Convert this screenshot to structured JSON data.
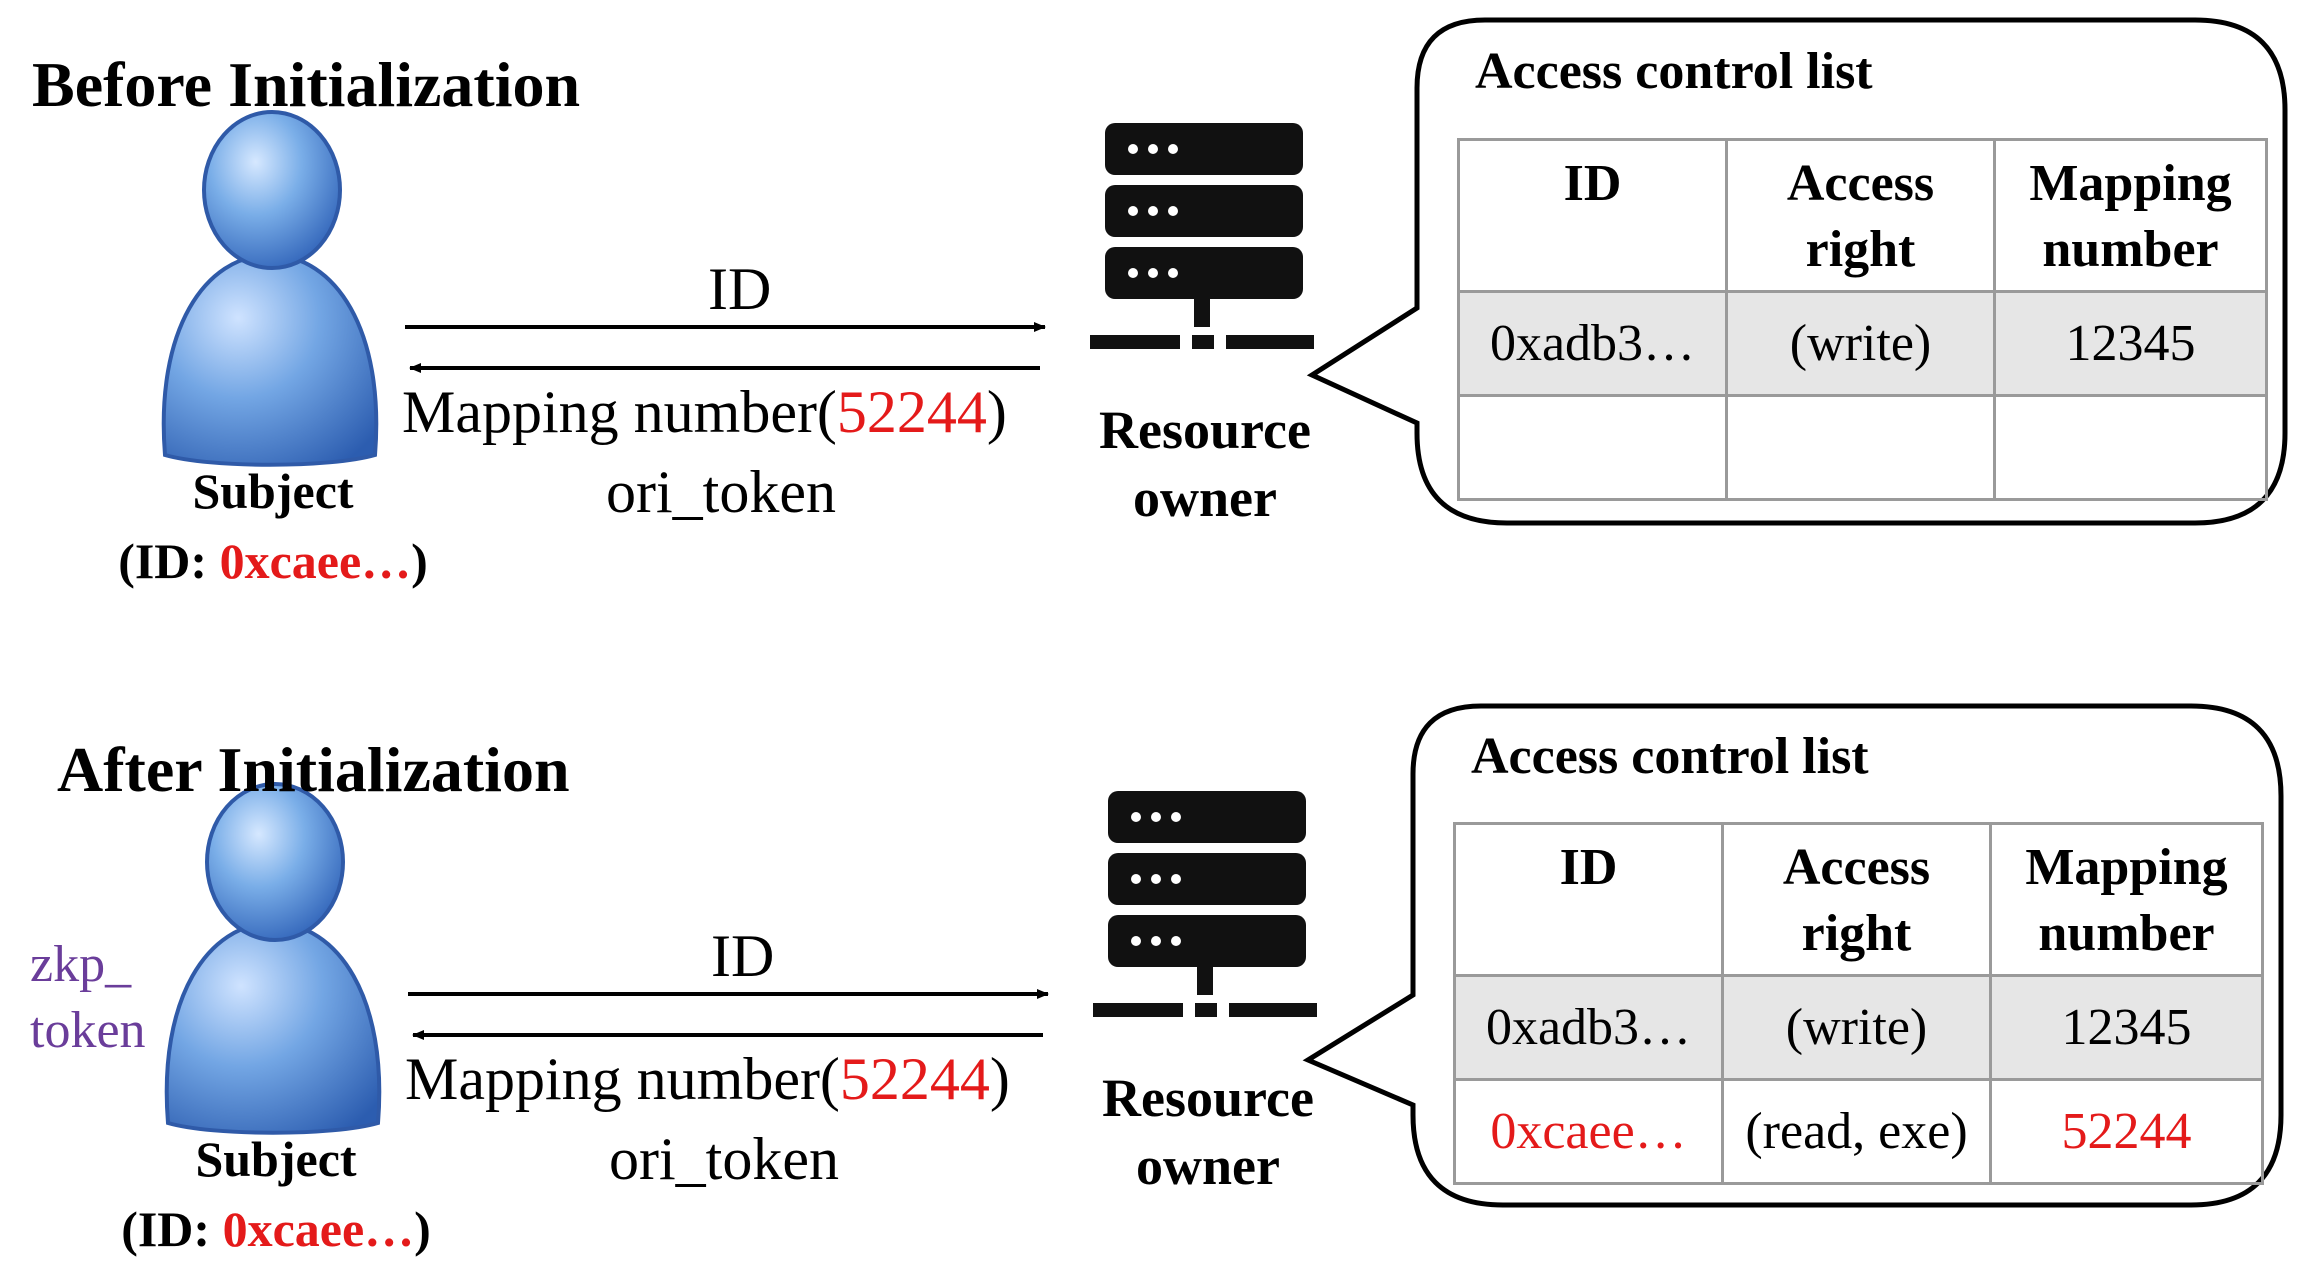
{
  "panels": [
    {
      "heading": "Before Initialization",
      "subject": {
        "name": "Subject",
        "id_prefix": "(ID: ",
        "id_value": "0xcaee…",
        "id_suffix": ")",
        "token": ""
      },
      "arrows": {
        "request": "ID",
        "response_prefix": "Mapping number(",
        "response_value": "52244",
        "response_suffix": ")",
        "response_line2": "ori_token"
      },
      "owner": {
        "line1": "Resource",
        "line2": "owner"
      },
      "acl": {
        "title": "Access control list",
        "headers": [
          [
            "ID"
          ],
          [
            "Access",
            "right"
          ],
          [
            "Mapping",
            "number"
          ]
        ],
        "rows": [
          {
            "id": "0xadb3…",
            "right": "(write)",
            "number": "12345",
            "highlight": false
          },
          {
            "id": "",
            "right": "",
            "number": "",
            "highlight": false
          }
        ]
      }
    },
    {
      "heading": "After Initialization",
      "subject": {
        "name": "Subject",
        "id_prefix": "(ID: ",
        "id_value": "0xcaee…",
        "id_suffix": ")",
        "token_line1": "zkp_",
        "token_line2": "token"
      },
      "arrows": {
        "request": "ID",
        "response_prefix": "Mapping number(",
        "response_value": "52244",
        "response_suffix": ")",
        "response_line2": "ori_token"
      },
      "owner": {
        "line1": "Resource",
        "line2": "owner"
      },
      "acl": {
        "title": "Access control list",
        "headers": [
          [
            "ID"
          ],
          [
            "Access",
            "right"
          ],
          [
            "Mapping",
            "number"
          ]
        ],
        "rows": [
          {
            "id": "0xadb3…",
            "right": "(write)",
            "number": "12345",
            "highlight": false
          },
          {
            "id": "0xcaee…",
            "right": "(read, exe)",
            "number": "52244",
            "highlight": true
          }
        ]
      }
    }
  ],
  "colors": {
    "highlight": "#e41a1a",
    "token": "#6a3d9a",
    "user_fill": "#5b8fd6",
    "user_stroke": "#2f5aa8"
  }
}
